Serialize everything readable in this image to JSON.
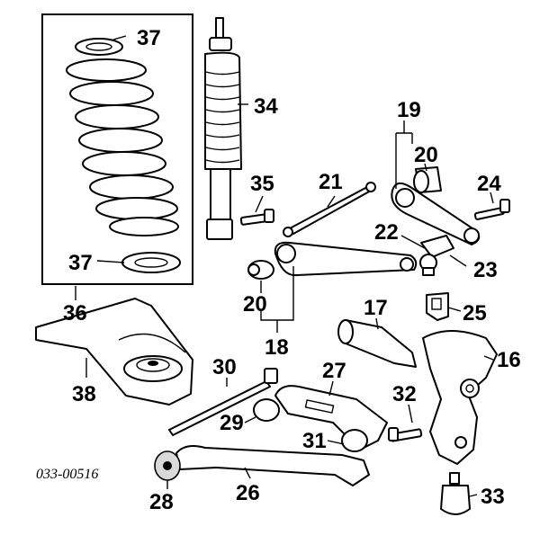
{
  "diagram": {
    "drawing_code": "033-00516",
    "callouts": {
      "c37_top": "37",
      "c34": "34",
      "c19": "19",
      "c20_top": "20",
      "c35": "35",
      "c21": "21",
      "c24": "24",
      "c22": "22",
      "c23": "23",
      "c37_bottom": "37",
      "c20_mid": "20",
      "c17": "17",
      "c25": "25",
      "c36": "36",
      "c18": "18",
      "c16": "16",
      "c38": "38",
      "c30": "30",
      "c27": "27",
      "c32": "32",
      "c29": "29",
      "c31": "31",
      "c28": "28",
      "c26": "26",
      "c33": "33"
    }
  }
}
